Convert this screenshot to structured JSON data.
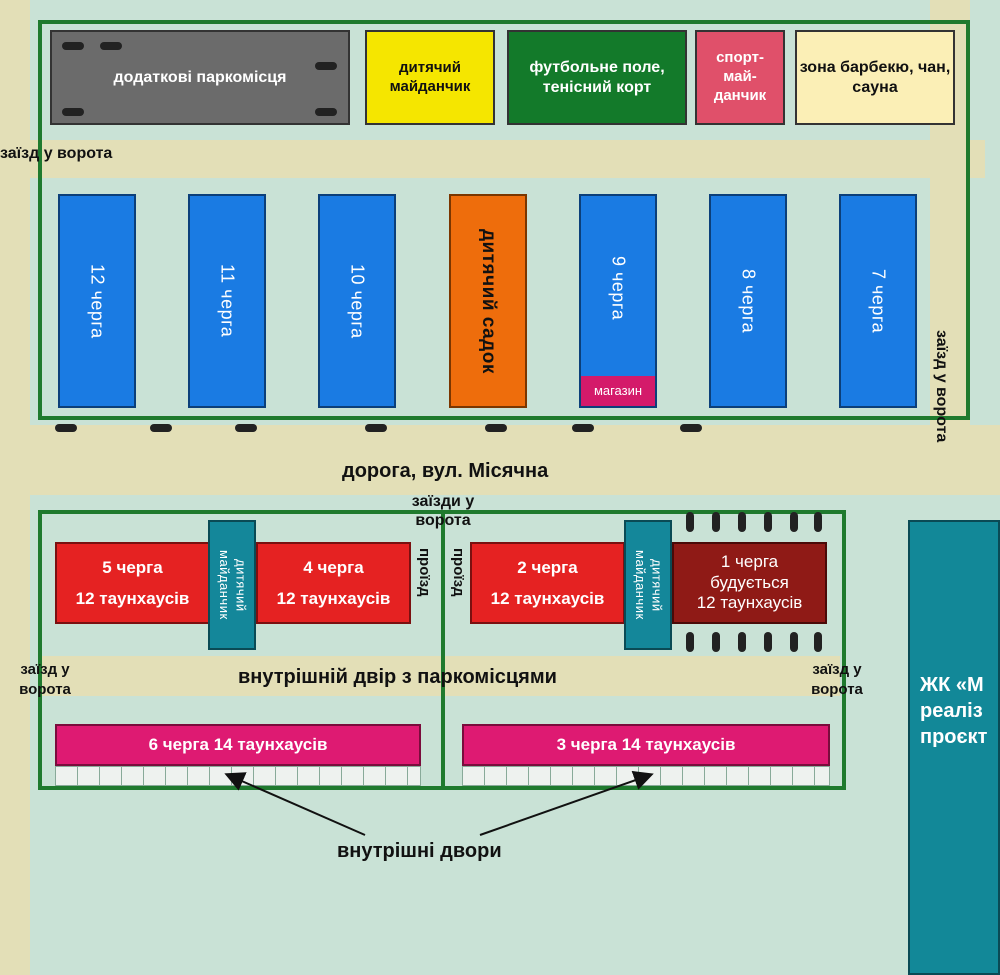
{
  "top": {
    "parking": "додаткові паркомісця",
    "playground": "дитячий майданчик",
    "football": "футбольне поле, тенісний корт",
    "sport": "спорт-май-данчик",
    "bbq": "зона барбекю, чан, сауна",
    "entry_left": "заїзд у ворота",
    "entry_right": "заїзд у ворота"
  },
  "blocks": {
    "q12": "12 черга",
    "q11": "11 черга",
    "q10": "10 черга",
    "kindergarten": "дитячий садок",
    "q9": "9 черга",
    "shop": "магазин",
    "q8": "8 черга",
    "q7": "7 черга"
  },
  "road": "дорога, вул. Місячна",
  "gates_center": "заїзди у ворота",
  "bottom": {
    "q5_title": "5 черга",
    "q5_sub": "12 таунхаусів",
    "q4_title": "4 черга",
    "q4_sub": "12 таунхаусів",
    "play_left": "дитячий майданчик",
    "pass_left": "проїзд",
    "pass_right": "проїзд",
    "q2_title": "2 черга",
    "q2_sub": "12 таунхаусів",
    "play_right": "дитячий майданчик",
    "q1_title": "1 черга",
    "q1_status": "будується",
    "q1_sub": "12 таунхаусів",
    "entry_left": "заїзд у ворота",
    "entry_right": "заїзд у ворота",
    "yard": "внутрішній двір з паркомісцями",
    "q6": "6 черга 14 таунхаусів",
    "q3": "3 черга 14 таунхаусів",
    "inner_yards": "внутрішні двори"
  },
  "complex": "ЖК «М реаліз проєкт",
  "colors": {
    "fence": "#1f7a2e",
    "road": "#e3dfb7",
    "blue": "#1a7be3",
    "red": "#e52222",
    "pink": "#de1a72",
    "teal": "#14879a"
  }
}
